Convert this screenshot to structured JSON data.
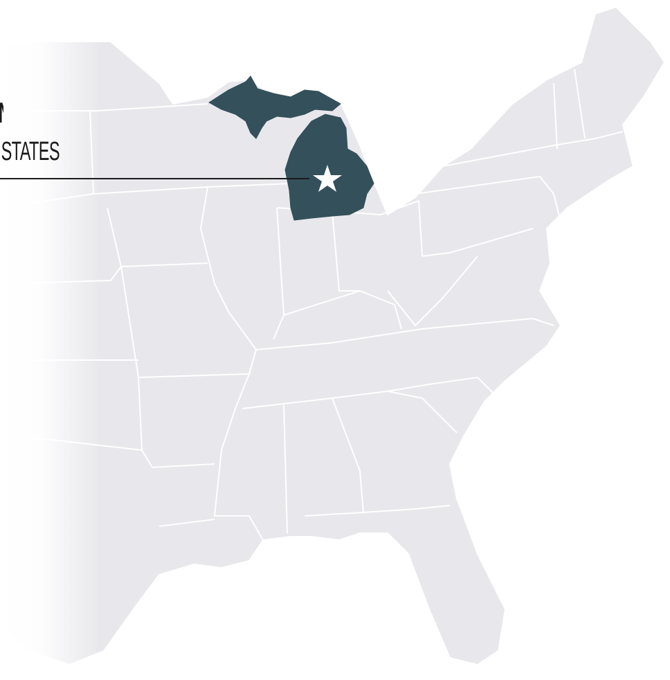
{
  "map": {
    "highlight_label_line1": "AN",
    "highlight_label_line2": "STATES",
    "highlight_state": "Michigan",
    "marker_icon": "star-icon",
    "colors": {
      "state_fill": "#e8e8ec",
      "state_border": "#ffffff",
      "highlight_fill": "#34505b",
      "marker": "#ffffff",
      "leader_line": "#1a1a1a"
    }
  }
}
